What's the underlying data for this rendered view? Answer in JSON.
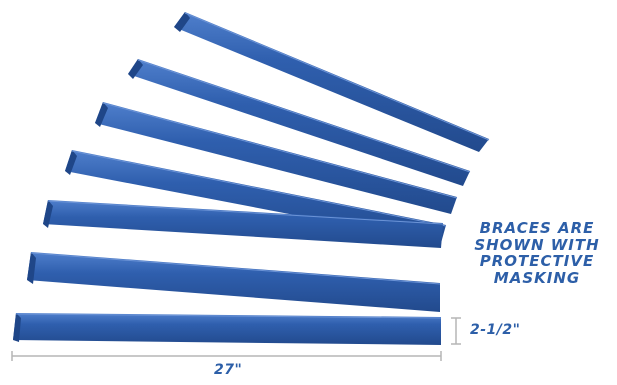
{
  "note": {
    "lines": [
      "BRACES ARE",
      "SHOWN WITH",
      "PROTECTIVE",
      "MASKING"
    ]
  },
  "dimensions": {
    "width": "2-1/2\"",
    "length": "27\""
  },
  "colors": {
    "brace": "#2f5fae",
    "brace_dark": "#1f4688",
    "brace_light": "#4f7fcc",
    "text": "#2d5fa8",
    "dimension_line": "#b5b5b5"
  },
  "braces": {
    "count": 7,
    "description": "blue braces with protective masking"
  }
}
